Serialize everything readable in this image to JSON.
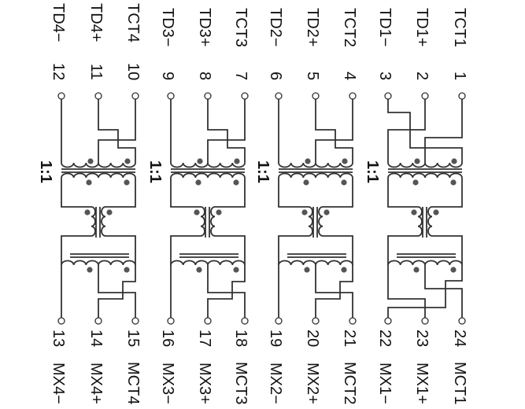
{
  "title": "4-channel Ethernet magnetics schematic",
  "colors": {
    "line": "#333333",
    "dot": "#555555",
    "background": "#ffffff"
  },
  "channels": [
    {
      "id": 4,
      "ratio": "1:1",
      "top_pins": [
        {
          "name": "TD4−",
          "num": "12"
        },
        {
          "name": "TD4+",
          "num": "11"
        },
        {
          "name": "TCT4",
          "num": "10"
        }
      ],
      "bottom_pins": [
        {
          "name": "MX4−",
          "num": "13"
        },
        {
          "name": "MX4+",
          "num": "14"
        },
        {
          "name": "MCT4",
          "num": "15"
        }
      ]
    },
    {
      "id": 3,
      "ratio": "1:1",
      "top_pins": [
        {
          "name": "TD3−",
          "num": "9"
        },
        {
          "name": "TD3+",
          "num": "8"
        },
        {
          "name": "TCT3",
          "num": "7"
        }
      ],
      "bottom_pins": [
        {
          "name": "MX3−",
          "num": "16"
        },
        {
          "name": "MX3+",
          "num": "17"
        },
        {
          "name": "MCT3",
          "num": "18"
        }
      ]
    },
    {
      "id": 2,
      "ratio": "1:1",
      "top_pins": [
        {
          "name": "TD2−",
          "num": "6"
        },
        {
          "name": "TD2+",
          "num": "5"
        },
        {
          "name": "TCT2",
          "num": "4"
        }
      ],
      "bottom_pins": [
        {
          "name": "MX2−",
          "num": "19"
        },
        {
          "name": "MX2+",
          "num": "20"
        },
        {
          "name": "MCT2",
          "num": "21"
        }
      ]
    },
    {
      "id": 1,
      "ratio": "1:1",
      "top_pins": [
        {
          "name": "TD1−",
          "num": "3"
        },
        {
          "name": "TD1+",
          "num": "2"
        },
        {
          "name": "TCT1",
          "num": "1"
        }
      ],
      "bottom_pins": [
        {
          "name": "MX1−",
          "num": "22"
        },
        {
          "name": "MX1+",
          "num": "23"
        },
        {
          "name": "MCT1",
          "num": "24"
        }
      ]
    }
  ]
}
